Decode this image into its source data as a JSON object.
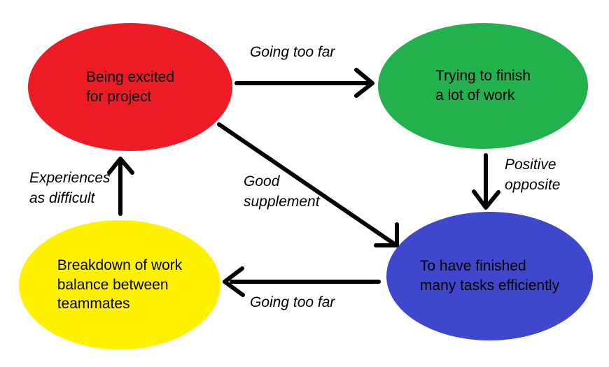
{
  "diagram": {
    "background_color": "#ffffff",
    "text_color": "#000000",
    "arrow_color": "#000000",
    "nodes": {
      "excited": {
        "label": "Being excited\nfor project",
        "color": "#ed1c24"
      },
      "trying": {
        "label": "Trying to finish\na lot of work",
        "color": "#22b14c"
      },
      "finished": {
        "label": "To have finished\nmany tasks efficiently",
        "color": "#3f48cc"
      },
      "breakdown": {
        "label": "Breakdown of work\nbalance between\nteammates",
        "color": "#fff200"
      }
    },
    "edge_labels": {
      "excited_to_trying": "Going too far",
      "trying_to_finished": "Positive\nopposite",
      "excited_to_finished": "Good\nsupplement",
      "finished_to_breakdown": "Going too far",
      "breakdown_to_excited": "Experiences\nas difficult"
    }
  }
}
